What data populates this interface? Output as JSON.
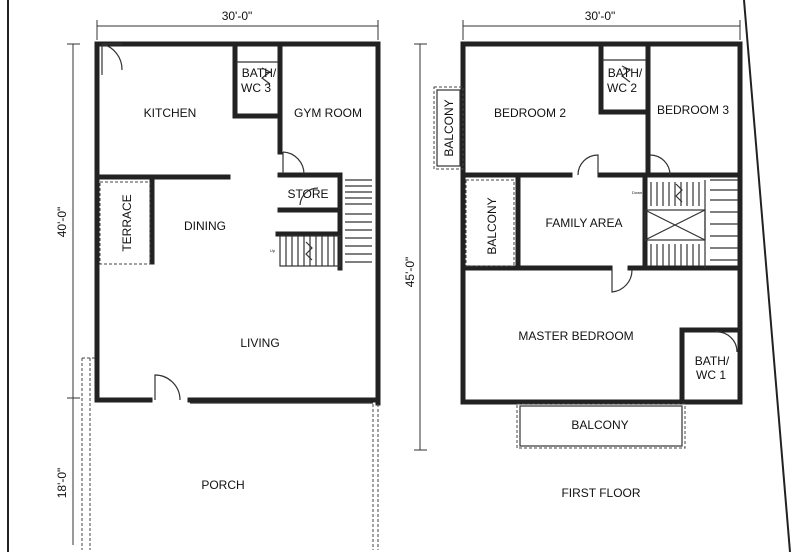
{
  "ground_floor": {
    "dimensions": {
      "width": "30'-0\"",
      "depth": "40'-0\"",
      "porch_depth": "18'-0\""
    },
    "rooms": {
      "kitchen": "KITCHEN",
      "bath3_line1": "BATH/",
      "bath3_line2": "WC 3",
      "gym": "GYM ROOM",
      "store": "STORE",
      "terrace": "TERRACE",
      "dining": "DINING",
      "living": "LIVING",
      "porch": "PORCH"
    },
    "stair_labels": {
      "up": "Up"
    }
  },
  "first_floor": {
    "dimensions": {
      "width": "30'-0\"",
      "depth": "45'-0\""
    },
    "rooms": {
      "bedroom2": "BEDROOM 2",
      "bath2_line1": "BATH/",
      "bath2_line2": "WC 2",
      "bedroom3": "BEDROOM 3",
      "balcony_side": "BALCONY",
      "balcony_left": "BALCONY",
      "family": "FAMILY AREA",
      "master": "MASTER BEDROOM",
      "bath1_line1": "BATH/",
      "bath1_line2": "WC 1",
      "balcony_front": "BALCONY"
    },
    "floor_title": "FIRST FLOOR",
    "stair_labels": {
      "down": "Down"
    }
  }
}
